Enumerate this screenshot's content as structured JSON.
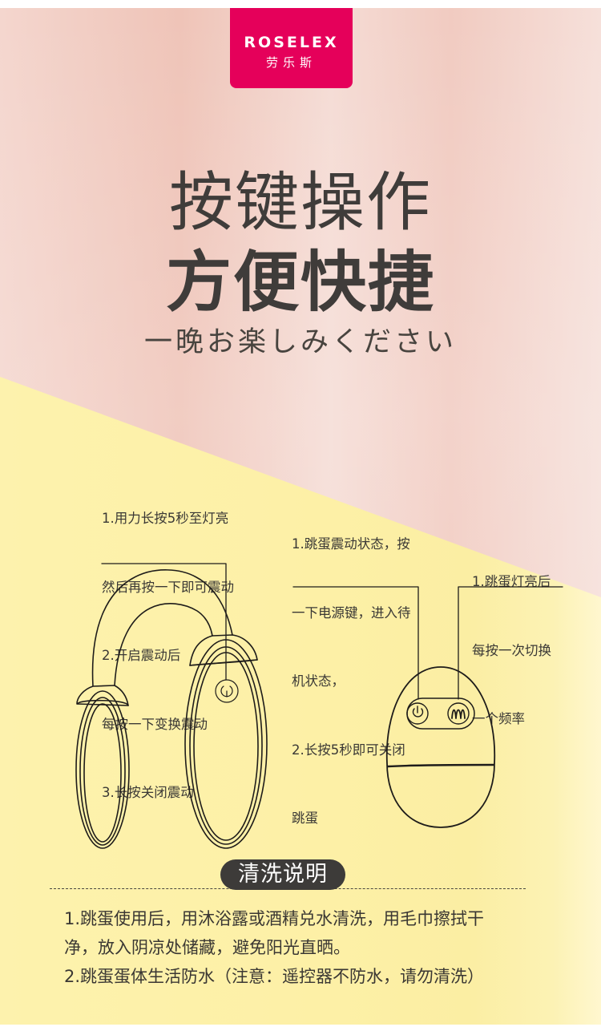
{
  "brand": {
    "name_en": "ROSELEX",
    "name_cn": "劳乐斯",
    "color": "#e5005a"
  },
  "headline": {
    "line1": "按键操作",
    "line2": "方便快捷",
    "subtitle": "一晚お楽しみください"
  },
  "annotations": {
    "egg_button": {
      "lines": [
        "1.用力长按5秒至灯亮",
        "然后再按一下即可震动",
        "2.开启震动后",
        "每按一下变换震动",
        "3.长按关闭震动"
      ],
      "icon": "power-icon"
    },
    "remote_power": {
      "lines": [
        "1.跳蛋震动状态，按",
        "一下电源键，进入待",
        "机状态，",
        "2.长按5秒即可关闭",
        "跳蛋"
      ],
      "icon": "power-icon"
    },
    "remote_mode": {
      "lines": [
        "1.跳蛋灯亮后",
        "每按一次切换",
        "一个频率"
      ],
      "icon": "wave-mode-icon"
    }
  },
  "cleaning": {
    "title": "清洗说明",
    "lines": [
      "1.跳蛋使用后，用沐浴露或酒精兑水清洗，用毛巾擦拭干",
      "净，放入阴凉处储藏，避免阳光直晒。",
      "2.跳蛋蛋体生活防水（注意：遥控器不防水，请勿清洗）"
    ]
  },
  "colors": {
    "pink_bg": "#f2d0c6",
    "yellow_bg": "#fdf2ad",
    "text": "#3d3a36",
    "pill_bg": "#3d3b39"
  }
}
